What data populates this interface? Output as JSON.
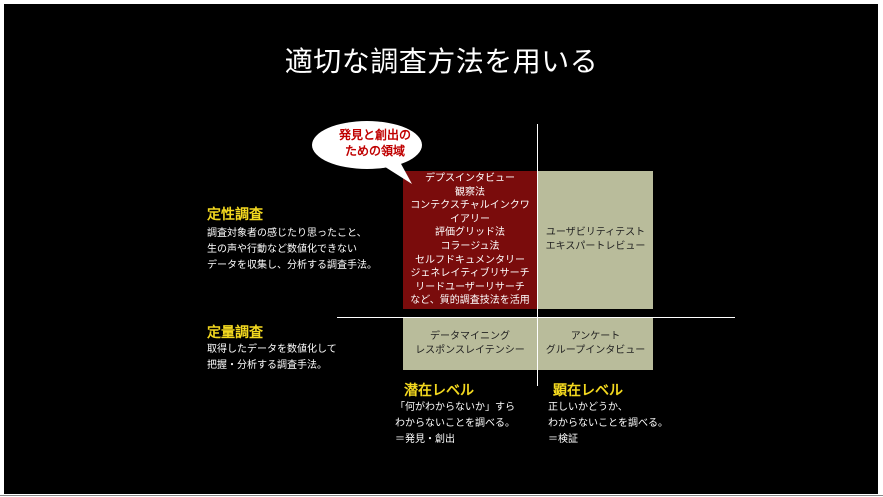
{
  "title": "適切な調査方法を用いる",
  "callout": {
    "lines": [
      "発見と創出の",
      "ための領域"
    ]
  },
  "qualitative": {
    "heading": "定性調査",
    "desc": [
      "調査対象者の感じたり思ったこと、",
      "生の声や行動など数値化できない",
      "データを収集し、分析する調査手法。"
    ]
  },
  "quantitative": {
    "heading": "定量調査",
    "desc": [
      "取得したデータを数値化して",
      "把握・分析する調査手法。"
    ]
  },
  "latent": {
    "heading": "潜在レベル",
    "desc": [
      "「何がわからないか」すら",
      "わからないことを調べる。",
      "＝発見・創出"
    ]
  },
  "manifest": {
    "heading": "顕在レベル",
    "desc": [
      "正しいかどうか、",
      "わからないことを調べる。",
      "＝検証"
    ]
  },
  "cells": {
    "qual_latent": [
      "デプスインタビュー",
      "観察法",
      "コンテクスチャルインクワ",
      "イアリー",
      "評価グリッド法",
      "コラージュ法",
      "セルフドキュメンタリー",
      "ジェネレイティブリサーチ",
      "リードユーザーリサーチ",
      "など、質的調査技法を活用"
    ],
    "qual_manifest": [
      "ユーザビリティテスト",
      "エキスパートレビュー"
    ],
    "quant_latent": [
      "データマイニング",
      "レスポンスレイテンシー"
    ],
    "quant_manifest": [
      "アンケート",
      "グループインタビュー"
    ]
  },
  "colors": {
    "background": "#000000",
    "heading": "#f3d81f",
    "latent_cell": "#7a0c0c",
    "other_cells": "#b9bc9b",
    "callout_text": "#c00000"
  }
}
